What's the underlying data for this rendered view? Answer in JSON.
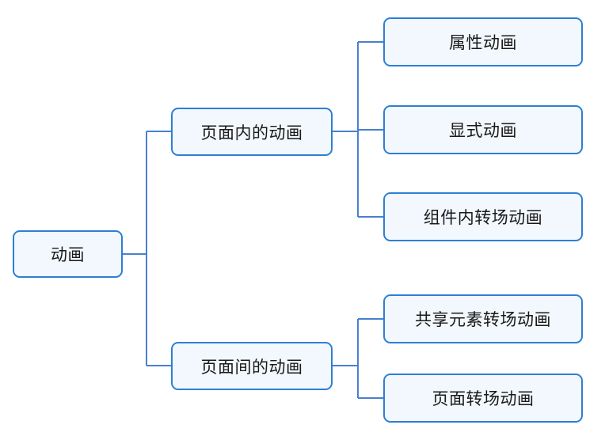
{
  "diagram": {
    "type": "mind-map",
    "orientation": "left-to-right",
    "root": {
      "label": "动画"
    },
    "branches": [
      {
        "label": "页面内的动画",
        "children": [
          {
            "label": "属性动画"
          },
          {
            "label": "显式动画"
          },
          {
            "label": "组件内转场动画"
          }
        ]
      },
      {
        "label": "页面间的动画",
        "children": [
          {
            "label": "共享元素转场动画"
          },
          {
            "label": "页面转场动画"
          }
        ]
      }
    ],
    "colors": {
      "node_border": "#2d7fd3",
      "node_fill": "#f2f8fd",
      "connector": "#4a7fd0",
      "text": "#1a1a1a",
      "background": "#ffffff"
    }
  }
}
